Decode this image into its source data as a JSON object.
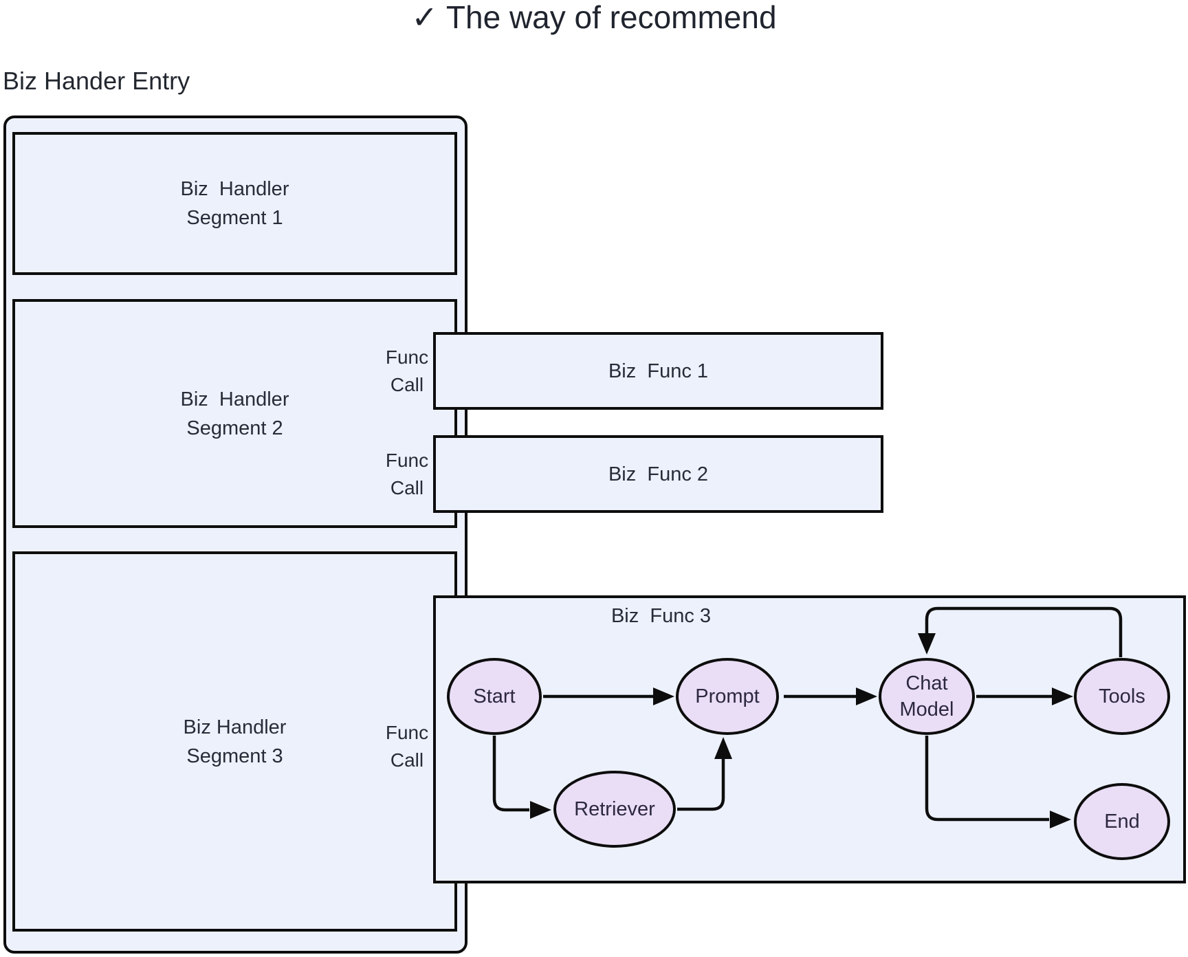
{
  "title": "✓ The way of recommend",
  "entry_label": "Biz Hander Entry",
  "segments": [
    {
      "label": "Biz  Handler\nSegment 1"
    },
    {
      "label": "Biz  Handler\nSegment 2"
    },
    {
      "label": "Biz Handler\nSegment 3"
    }
  ],
  "func_calls": [
    {
      "label": "Func\nCall"
    },
    {
      "label": "Func\nCall"
    },
    {
      "label": "Func\nCall"
    }
  ],
  "biz_funcs": [
    {
      "label": "Biz  Func 1"
    },
    {
      "label": "Biz  Func 2"
    },
    {
      "label": "Biz  Func 3"
    }
  ],
  "flow": {
    "nodes": {
      "start": "Start",
      "retriever": "Retriever",
      "prompt": "Prompt",
      "chat_model": "Chat\nModel",
      "tools": "Tools",
      "end": "End"
    },
    "edges": [
      {
        "from": "Start",
        "to": "Prompt"
      },
      {
        "from": "Start",
        "to": "Retriever"
      },
      {
        "from": "Retriever",
        "to": "Prompt"
      },
      {
        "from": "Prompt",
        "to": "Chat Model"
      },
      {
        "from": "Chat Model",
        "to": "Tools"
      },
      {
        "from": "Tools",
        "to": "Chat Model"
      },
      {
        "from": "Chat Model",
        "to": "End"
      }
    ]
  },
  "colors": {
    "box_fill": "#edf1fb",
    "node_fill": "#eadef6",
    "line": "#0d0d0d"
  }
}
